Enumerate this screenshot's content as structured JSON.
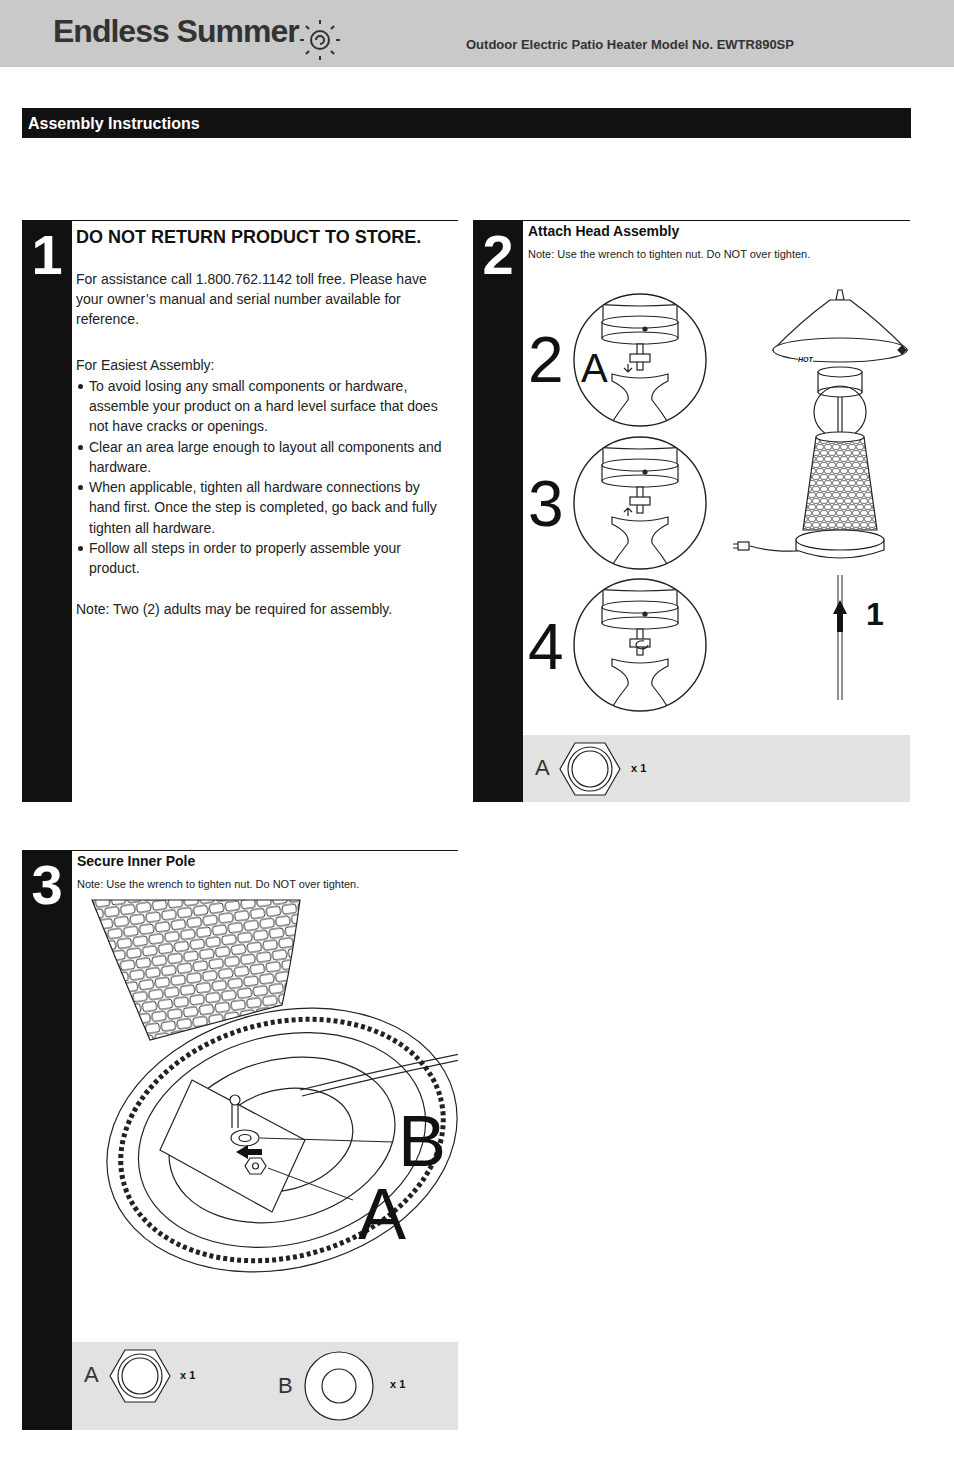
{
  "diagram": {
    "nodes": [
      {
        "text": [
          "Endless Summer",
          "Outdoor Electric Patio Heater Model No. EWTR890SP"
        ]
      },
      {
        "text": [
          "Assembly Instructions"
        ]
      },
      {
        "text": [
          "1",
          "DO NOT RETURN PRODUCT TO STORE.",
          "For assistance call 1.800.762.1142 toll free. Please have your owner’s manual and serial number available for reference.",
          "For Easiest Assembly:",
          "To avoid losing any small components or hardware, assemble your product on a hard level surface that does not have cracks or openings.",
          "Clear an area large enough to layout all components and hardware.",
          "When applicable, tighten all hardware connections by hand first. Once the step is completed, go back and fully tighten all hardware.",
          "Follow all steps in order to properly assemble your product.",
          "Note: Two (2) adults may be required for assembly."
        ]
      },
      {
        "text": [
          "2",
          "Attach Head Assembly",
          "Note: Use the wrench to tighten nut. Do NOT over tighten."
        ]
      },
      {
        "text": [
          "A",
          "x 1"
        ],
        "in": 3
      },
      {
        "text": [
          "3",
          "Secure Inner Pole",
          "Note: Use the wrench to tighten nut. Do NOT over tighten."
        ]
      },
      {
        "text": [
          "A",
          "x 1",
          "B",
          "x 1"
        ],
        "in": 5
      }
    ],
    "edges": [],
    "labels": [
      "2",
      "A",
      "3",
      "4",
      "HOT",
      "1",
      "B",
      "A"
    ]
  }
}
